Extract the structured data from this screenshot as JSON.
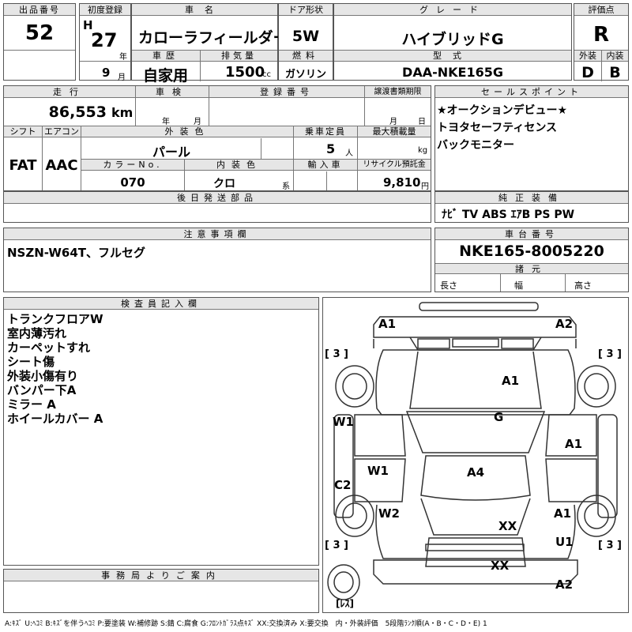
{
  "header": {
    "lot_no_label": "出品番号",
    "lot_no": "52",
    "first_reg_label": "初度登録",
    "era": "H",
    "year": "27",
    "year_unit": "年",
    "month": "9",
    "month_unit": "月",
    "car_name_label": "車名",
    "car_name": "カローラフィールダー",
    "door_label": "ドア形状",
    "door": "5W",
    "grade_label": "グレード",
    "grade": "ハイブリッドG",
    "score_label": "評価点",
    "score": "R",
    "history_label": "車歴",
    "history": "自家用",
    "displacement_label": "排気量",
    "displacement": "1500",
    "displacement_unit": "cc",
    "fuel_label": "燃料",
    "fuel": "ガソリン",
    "model_label": "型式",
    "model": "DAA-NKE165G",
    "exterior_label": "外装",
    "exterior_score": "D",
    "interior_label": "内装",
    "interior_score": "B"
  },
  "details": {
    "mileage_label": "走行",
    "mileage": "86,553",
    "mileage_unit": "km",
    "inspection_label": "車検",
    "inspection_year_unit": "年",
    "inspection_month_unit": "月",
    "reg_no_label": "登録番号",
    "transfer_label": "譲渡書類期限",
    "transfer_month_unit": "月",
    "transfer_day_unit": "日",
    "shift_label": "シフト",
    "shift": "FAT",
    "ac_label": "エアコン",
    "ac": "AAC",
    "ext_color_label": "外装色",
    "ext_color": "パール",
    "capacity_label": "乗車定員",
    "capacity": "5",
    "capacity_unit": "人",
    "max_load_label": "最大積載量",
    "max_load_unit": "kg",
    "color_no_label": "カラーNo.",
    "color_no": "070",
    "int_color_label": "内装色",
    "int_color": "クロ",
    "int_color_unit": "系",
    "import_label": "輸入車",
    "recycle_label": "リサイクル預託金",
    "recycle": "9,810",
    "recycle_unit": "円",
    "later_parts_label": "後日発送部品"
  },
  "sales_points": {
    "label": "セールスポイント",
    "items": [
      "★オークションデビュー★",
      "トヨタセーフティセンス",
      "バックモニター"
    ]
  },
  "equipment": {
    "label": "純正装備",
    "items": "ﾅﾋﾞ TV ABS ｴｱB PS PW"
  },
  "notes": {
    "label": "注意事項欄",
    "text": "NSZN-W64T、フルセグ"
  },
  "chassis": {
    "label": "車台番号",
    "value": "NKE165-8005220",
    "specs_label": "諸元",
    "length_label": "長さ",
    "width_label": "幅",
    "height_label": "高さ"
  },
  "inspector": {
    "label": "検査員記入欄",
    "lines": [
      "トランクフロアW",
      "室内薄汚れ",
      "カーペットすれ",
      "シート傷",
      "外装小傷有り",
      "バンパー下A",
      "ミラー A",
      "ホイールカバー A"
    ]
  },
  "office": {
    "label": "事務局よりご案内"
  },
  "diagram": {
    "marks": {
      "a1_front_left": "A1",
      "a2_front_right": "A2",
      "bracket_tl": "[ 3 ]",
      "bracket_tr": "[ 3 ]",
      "bracket_bl": "[ 3 ]",
      "bracket_br": "[ 3 ]",
      "hood_a1": "A1",
      "windshield_g": "G",
      "w1_left_fender": "W1",
      "a1_right_fender": "A1",
      "w1_left_door": "W1",
      "a4_roof": "A4",
      "c2_left": "C2",
      "w2_left_rear": "W2",
      "a1_right_rear": "A1",
      "xx_trunk": "XX",
      "u1_right": "U1",
      "xx_rear": "XX",
      "a2_rear": "A2",
      "spare": "[ﾚｽ]"
    }
  },
  "legend": {
    "text": "A:ｷｽﾞ U:ﾍｺﾐ B:ｷｽﾞを伴うﾍｺﾐ P:要塗装 W:補修跡 S:錆 C:腐食 G:ﾌﾛﾝﾄｶﾞﾗｽ点ｷｽﾞ XX:交換済み X:要交換　内・外装評価　5段階ﾗﾝｸ順(A・B・C・D・E) 1"
  }
}
